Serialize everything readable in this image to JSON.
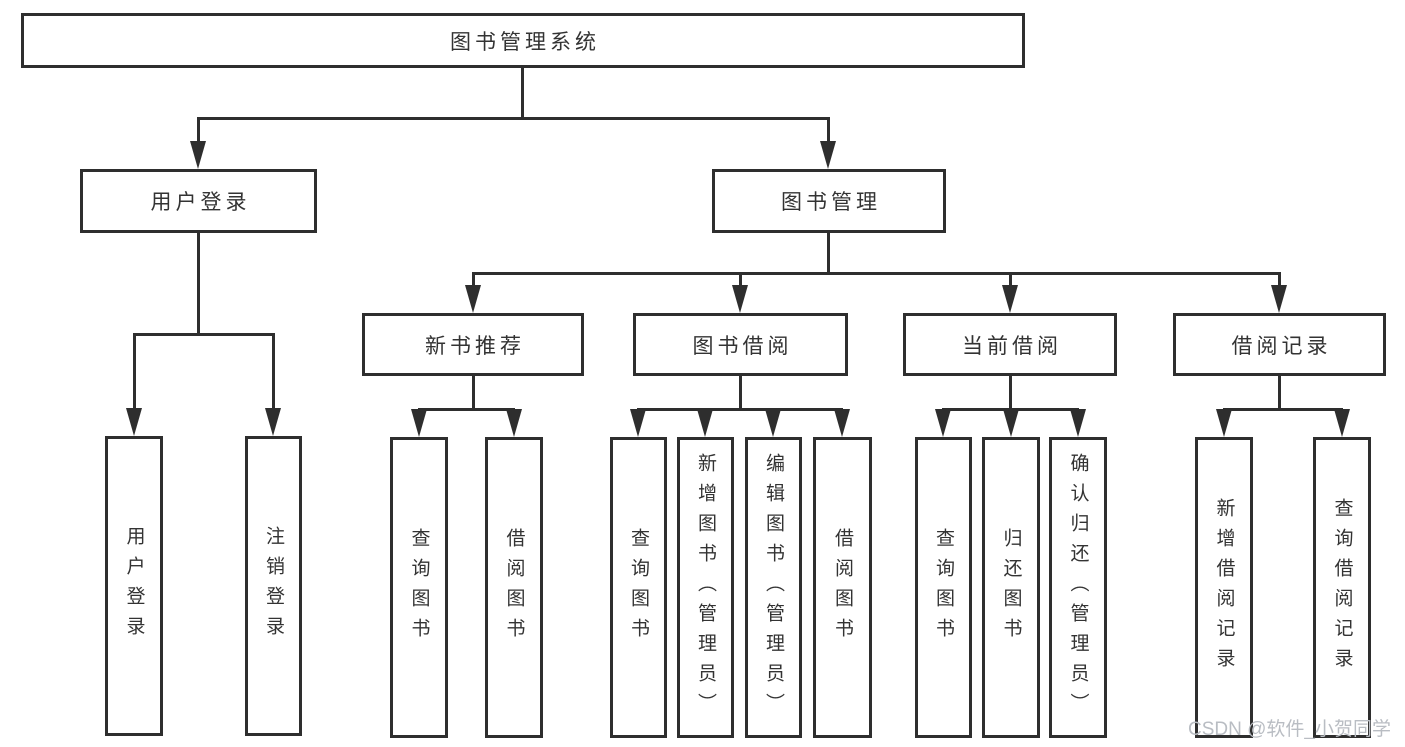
{
  "tree": {
    "root": {
      "label": "图书管理系统"
    },
    "branches": [
      {
        "label": "用户登录",
        "children": [
          {
            "label": "用户登录"
          },
          {
            "label": "注销登录"
          }
        ]
      },
      {
        "label": "图书管理",
        "sections": [
          {
            "label": "新书推荐",
            "children": [
              {
                "label": "查询图书"
              },
              {
                "label": "借阅图书"
              }
            ]
          },
          {
            "label": "图书借阅",
            "children": [
              {
                "label": "查询图书"
              },
              {
                "label": "新增图书（管理员）"
              },
              {
                "label": "编辑图书（管理员）"
              },
              {
                "label": "借阅图书"
              }
            ]
          },
          {
            "label": "当前借阅",
            "children": [
              {
                "label": "查询图书"
              },
              {
                "label": "归还图书"
              },
              {
                "label": "确认归还（管理员）"
              }
            ]
          },
          {
            "label": "借阅记录",
            "children": [
              {
                "label": "新增借阅记录"
              },
              {
                "label": "查询借阅记录"
              }
            ]
          }
        ]
      }
    ],
    "watermark": "CSDN @软件_小贺同学",
    "colors": {
      "line": "#2e2e2e",
      "text": "#333333",
      "watermark": "#b9bdc3",
      "background": "#ffffff"
    }
  }
}
